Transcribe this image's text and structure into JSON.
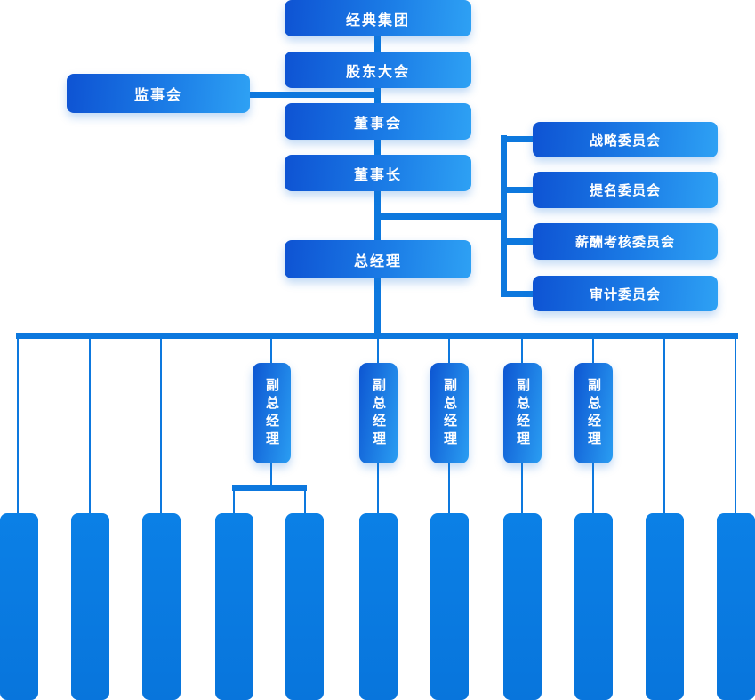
{
  "org_chart": {
    "nodes": {
      "group": {
        "label": "经典集团"
      },
      "shareholders_meeting": {
        "label": "股东大会"
      },
      "supervisory_board": {
        "label": "监事会"
      },
      "board_of_directors": {
        "label": "董事会"
      },
      "chairman": {
        "label": "董事长"
      },
      "general_manager": {
        "label": "总经理"
      },
      "committees": [
        {
          "label": "战略委员会"
        },
        {
          "label": "提名委员会"
        },
        {
          "label": "薪酬考核委员会"
        },
        {
          "label": "审计委员会"
        }
      ],
      "vice_general_managers": [
        {
          "label": "副总经理"
        },
        {
          "label": "副总经理"
        },
        {
          "label": "副总经理"
        },
        {
          "label": "副总经理"
        },
        {
          "label": "副总经理"
        }
      ],
      "department_count": 11
    },
    "colors": {
      "box_gradient_start": "#0e53d3",
      "box_gradient_end": "#2ea1f4",
      "department_fill": "#0878e0",
      "connector": "#0d78de",
      "text": "#ffffff"
    }
  }
}
